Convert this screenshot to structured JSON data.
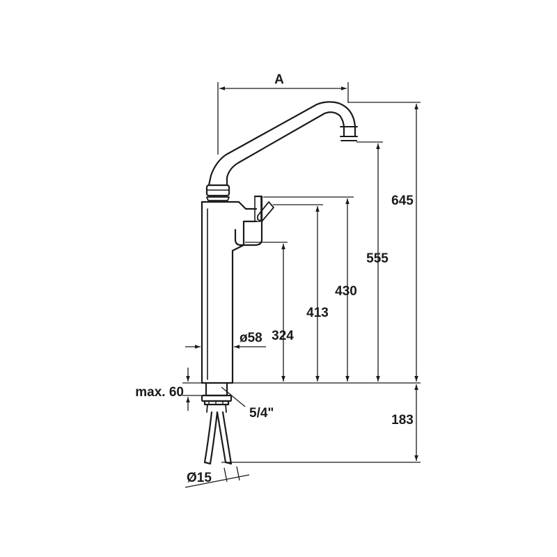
{
  "labels": {
    "width_a": "A",
    "h645": "645",
    "h555": "555",
    "h430": "430",
    "h413": "413",
    "h324": "324",
    "h183": "183",
    "diameter_body": "ø58",
    "max_thickness": "max. 60",
    "thread": "5/4\"",
    "diameter_hose": "Ø15"
  },
  "colors": {
    "ink": "#1a1a1a",
    "paper": "#ffffff"
  }
}
